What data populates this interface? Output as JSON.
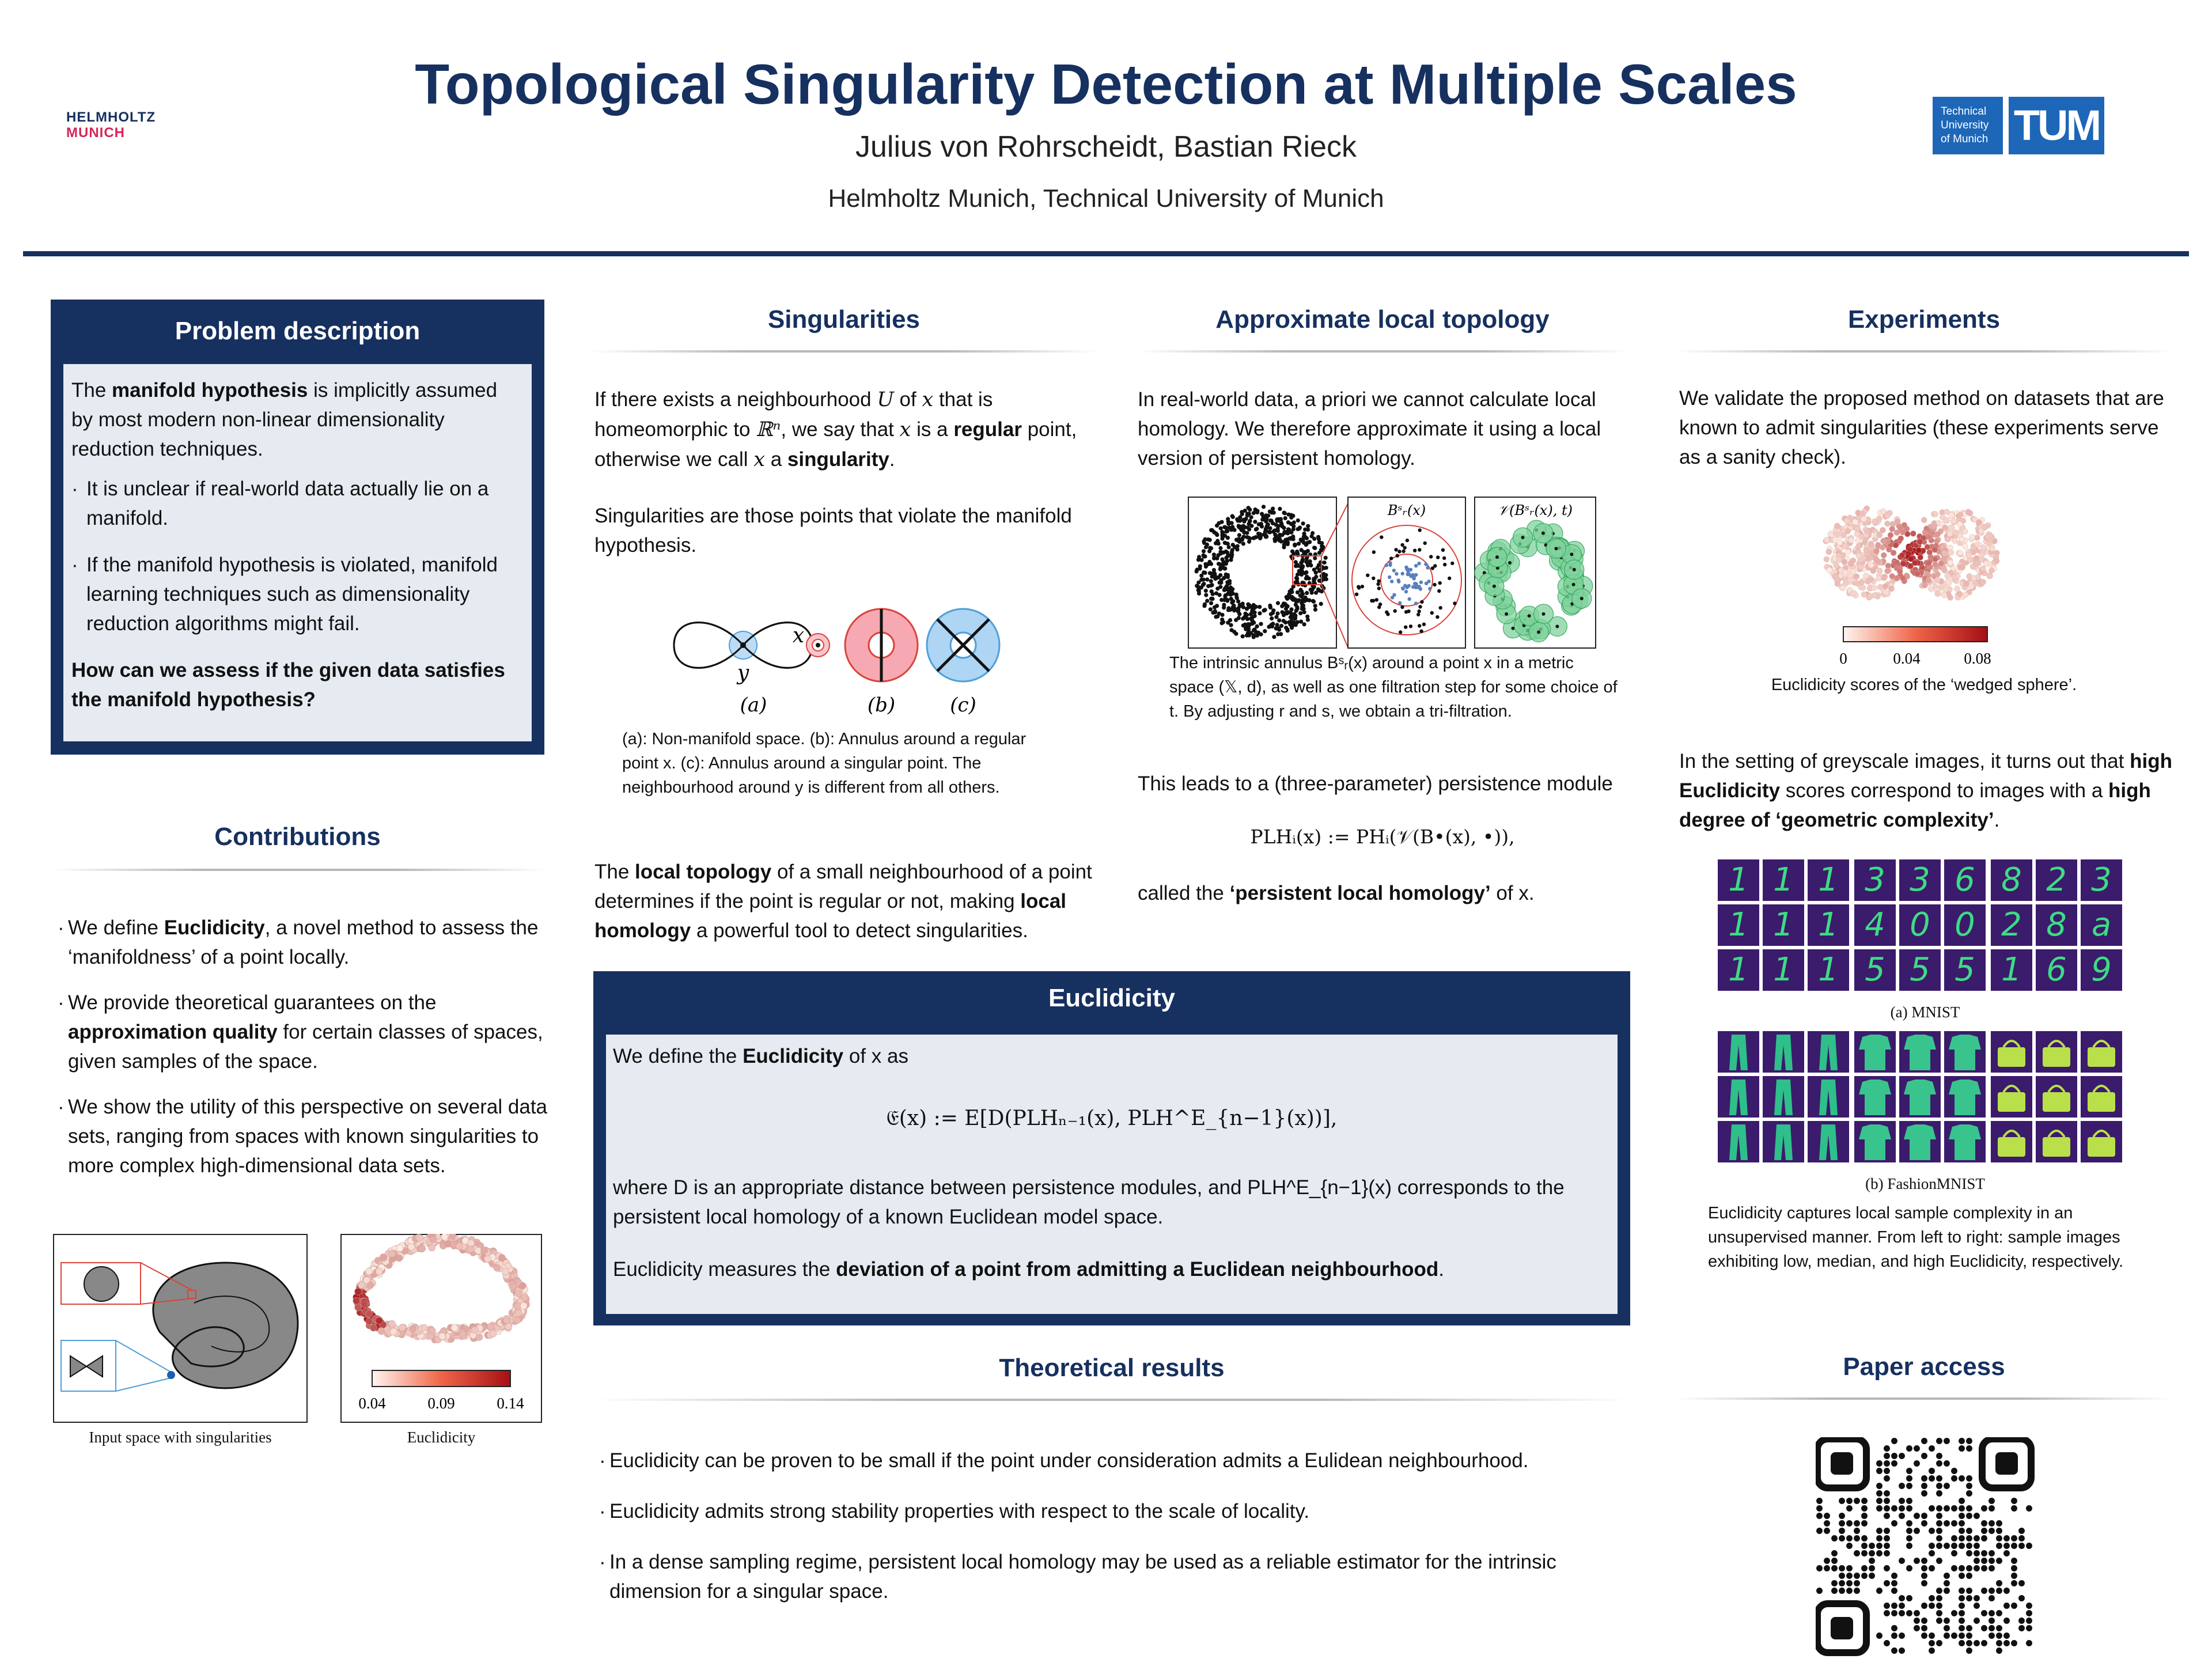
{
  "header": {
    "title": "Topological Singularity Detection at Multiple Scales",
    "authors": "Julius von Rohrscheidt, Bastian Rieck",
    "affiliation": "Helmholtz Munich, Technical University of Munich",
    "logo_left_line1": "HELMHOLTZ",
    "logo_left_line2": "MUNICH",
    "logo_right_text": [
      "Technical",
      "University",
      "of Munich"
    ],
    "logo_right_mark": "TUM"
  },
  "problem": {
    "title": "Problem description",
    "intro_pre": "The ",
    "intro_bold": "manifold hypothesis",
    "intro_post": " is implicitly assumed by most modern non-linear dimensionality reduction techniques.",
    "bullet1": "It is unclear if real-world data actually lie on a manifold.",
    "bullet2": "If the manifold hypothesis is violated, manifold learning techniques such as dimensionality reduction algorithms might fail.",
    "question": "How can we assess if the given data satisfies the manifold hypothesis?"
  },
  "contributions": {
    "title": "Contributions",
    "b1_pre": "We define ",
    "b1_bold": "Euclidicity",
    "b1_post": ", a novel method to assess the ‘manifoldness’ of a point locally.",
    "b2_pre": "We provide theoretical guarantees on the ",
    "b2_bold": "approximation quality",
    "b2_post": " for certain classes of spaces, given samples of the space.",
    "b3": "We show the utility of this perspective on several data sets, ranging from spaces with known singularities to more complex high-dimensional data sets.",
    "fig_caption_left": "Input space with singularities",
    "fig_caption_right": "Euclidicity",
    "colorbar_ticks": [
      "0.04",
      "0.09",
      "0.14"
    ]
  },
  "singularities": {
    "title": "Singularities",
    "p1_a": "If there exists a neighbourhood ",
    "p1_U": "U",
    "p1_b": " of ",
    "p1_x": "x",
    "p1_c": " that is homeomorphic to ",
    "p1_R": "ℝⁿ",
    "p1_d": ", we say that ",
    "p1_e": " is a ",
    "p1_regular": "regular",
    "p1_f": " point, otherwise we call ",
    "p1_g": " a ",
    "p1_sing": "singularity",
    "p1_h": ".",
    "p2": "Singularities are those points that violate the manifold hypothesis.",
    "label_x": "x",
    "label_y": "y",
    "fig_a": "(a)",
    "fig_b": "(b)",
    "fig_c": "(c)",
    "caption": "(a): Non-manifold space. (b): Annulus around a regular point x. (c): Annulus around a singular point. The neighbourhood around y is different from all others.",
    "p3_a": "The ",
    "p3_b1": "local topology",
    "p3_b": " of a small neighbourhood of a point determines if the point is regular or not, making ",
    "p3_b2": "local homology",
    "p3_c": " a powerful tool to detect singularities."
  },
  "approx": {
    "title": "Approximate local topology",
    "p1": "In real-world data, a priori we cannot calculate local homology. We therefore approximate it using a local version of persistent homology.",
    "panel2_label": "Bˢᵣ(x)",
    "panel3_label": "𝒱(Bˢᵣ(x), t)",
    "caption": "The intrinsic annulus Bˢᵣ(x) around a point x in a metric space (𝕏, d), as well as one filtration step for some choice of t. By adjusting r and s, we obtain a tri-filtration.",
    "p2": "This leads to a (three-parameter) persistence module",
    "formula": "PLHᵢ(x) := PHᵢ(𝒱(B•(x), •)),",
    "p3_pre": "called the ",
    "p3_bold": "‘persistent local homology’",
    "p3_post": " of x."
  },
  "euclidicity": {
    "title": "Euclidicity",
    "p1_pre": "We define the ",
    "p1_bold": "Euclidicity",
    "p1_post": " of x as",
    "formula": "𝔈(x) := E[D(PLHₙ₋₁(x), PLH^E_{n−1}(x))],",
    "p2": "where D is an appropriate distance between persistence modules, and PLH^E_{n−1}(x) corresponds to the persistent local homology of a known Euclidean model space.",
    "p3_pre": "Euclidicity measures the ",
    "p3_bold": "deviation of a point from admitting a Euclidean neighbourhood",
    "p3_post": "."
  },
  "theory": {
    "title": "Theoretical results",
    "b1": "Euclidicity can be proven to be small if the point under consideration admits a Eulidean neighbourhood.",
    "b2": "Euclidicity admits strong stability properties with respect to the scale of locality.",
    "b3": "In a dense sampling regime, persistent local homology may be used as a reliable estimator for the intrinsic dimension for a singular space."
  },
  "experiments": {
    "title": "Experiments",
    "p1": "We validate the proposed method on datasets that are known to admit singularities (these experiments serve as a sanity check).",
    "colorbar_ticks": [
      "0",
      "0.04",
      "0.08"
    ],
    "wedge_caption": "Euclidicity scores of the ‘wedged sphere’.",
    "p2_pre": "In the setting of greyscale images, it turns out that ",
    "p2_b1": "high Euclidicity",
    "p2_mid": " scores correspond to images with a ",
    "p2_b2": "high degree of ‘geometric complexity’",
    "p2_post": ".",
    "mnist_digits": [
      "1",
      "1",
      "1",
      "3",
      "3",
      "6",
      "8",
      "2",
      "3",
      "1",
      "1",
      "1",
      "4",
      "0",
      "0",
      "2",
      "8",
      "a",
      "1",
      "1",
      "1",
      "5",
      "5",
      "5",
      "1",
      "6",
      "9"
    ],
    "mnist_caption": "(a) MNIST",
    "fashion_caption": "(b) FashionMNIST",
    "final_caption": "Euclidicity captures local sample complexity in an unsupervised manner. From left to right: sample images exhibiting low, median, and high Euclidicity, respectively."
  },
  "paper_access": {
    "title": "Paper access"
  },
  "colors": {
    "navy": "#16305f",
    "box_fill": "#e6ebf2",
    "euclid_low": "#fbe3dc",
    "euclid_high": "#a50f15",
    "mnist_bg": "#3b1b6b",
    "mnist_fg": "#3ddc84"
  }
}
